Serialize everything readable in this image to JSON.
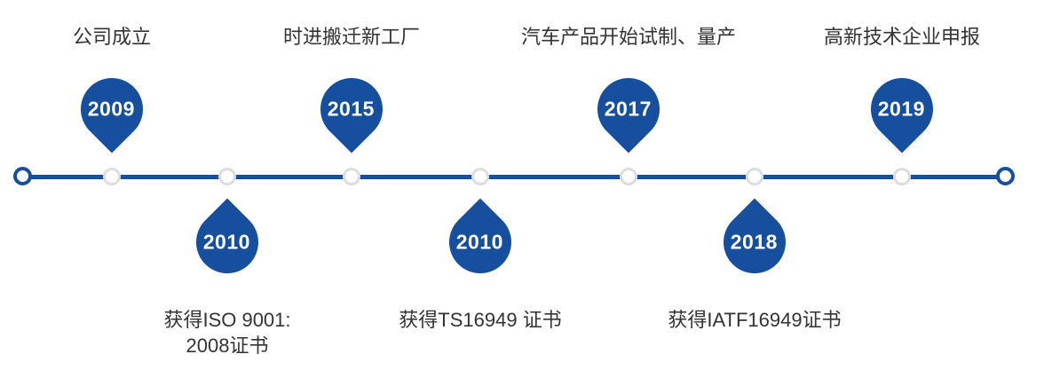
{
  "colors": {
    "accent": "#154F9E",
    "node_ring": "#DDDDDD",
    "text": "#333333",
    "background": "#FFFFFF"
  },
  "timeline": {
    "type": "horizontal-milestone-timeline",
    "milestones": [
      {
        "year": "2009",
        "label": "公司成立",
        "side": "top"
      },
      {
        "year": "2010",
        "label": "获得ISO 9001:\n2008证书",
        "side": "bottom"
      },
      {
        "year": "2015",
        "label": "时进搬迁新工厂",
        "side": "top"
      },
      {
        "year": "2010",
        "label": "获得TS16949 证书",
        "side": "bottom"
      },
      {
        "year": "2017",
        "label": "汽车产品开始试制、量产",
        "side": "top"
      },
      {
        "year": "2018",
        "label": "获得IATF16949证书",
        "side": "bottom"
      },
      {
        "year": "2019",
        "label": "高新技术企业申报",
        "side": "top"
      }
    ]
  }
}
